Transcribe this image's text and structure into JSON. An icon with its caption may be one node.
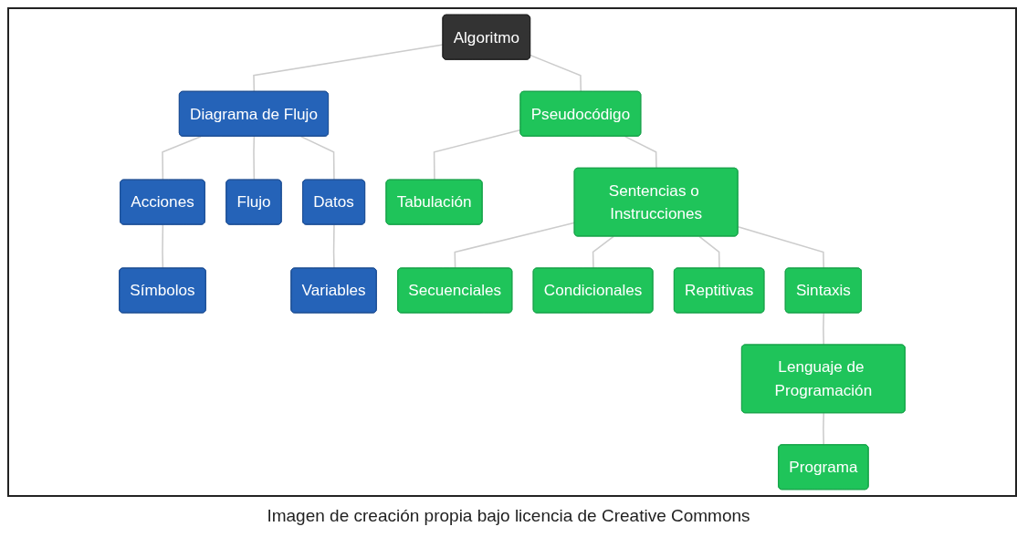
{
  "diagram": {
    "caption": "Imagen de creación propia bajo licencia de Creative Commons",
    "nodes": [
      {
        "text": [
          "Algoritmo"
        ]
      },
      {
        "text": [
          "Diagrama de Flujo"
        ]
      },
      {
        "text": [
          "Pseudocódigo"
        ]
      },
      {
        "text": [
          "Acciones"
        ]
      },
      {
        "text": [
          "Flujo"
        ]
      },
      {
        "text": [
          "Datos"
        ]
      },
      {
        "text": [
          "Símbolos"
        ]
      },
      {
        "text": [
          "Variables"
        ]
      },
      {
        "text": [
          "Tabulación"
        ]
      },
      {
        "text": [
          "Sentencias o Instrucciones"
        ]
      },
      {
        "text": [
          "Secuenciales"
        ]
      },
      {
        "text": [
          "Condicionales"
        ]
      },
      {
        "text": [
          "Reptitivas"
        ]
      },
      {
        "text": [
          "Sintaxis"
        ]
      },
      {
        "text": [
          "Lenguaje de Programación"
        ]
      },
      {
        "text": [
          "Programa"
        ]
      }
    ],
    "edges": [
      {
        "from": 0,
        "to": 1,
        "arrow": "none"
      },
      {
        "from": 0,
        "to": 2,
        "arrow": "none"
      },
      {
        "from": 1,
        "to": 3,
        "arrow": "none"
      },
      {
        "from": 1,
        "to": 4,
        "arrow": "none"
      },
      {
        "from": 1,
        "to": 5,
        "arrow": "none"
      },
      {
        "from": 3,
        "to": 6,
        "arrow": "none"
      },
      {
        "from": 5,
        "to": 7,
        "arrow": "none"
      },
      {
        "from": 2,
        "to": 8,
        "arrow": "none"
      },
      {
        "from": 2,
        "to": 9,
        "arrow": "none"
      },
      {
        "from": 9,
        "to": 10,
        "arrow": "none"
      },
      {
        "from": 9,
        "to": 11,
        "arrow": "none"
      },
      {
        "from": 9,
        "to": 12,
        "arrow": "none"
      },
      {
        "from": 9,
        "to": 13,
        "arrow": "none"
      },
      {
        "from": 13,
        "to": 14,
        "arrow": "none"
      },
      {
        "from": 14,
        "to": 15,
        "arrow": "none"
      }
    ]
  }
}
